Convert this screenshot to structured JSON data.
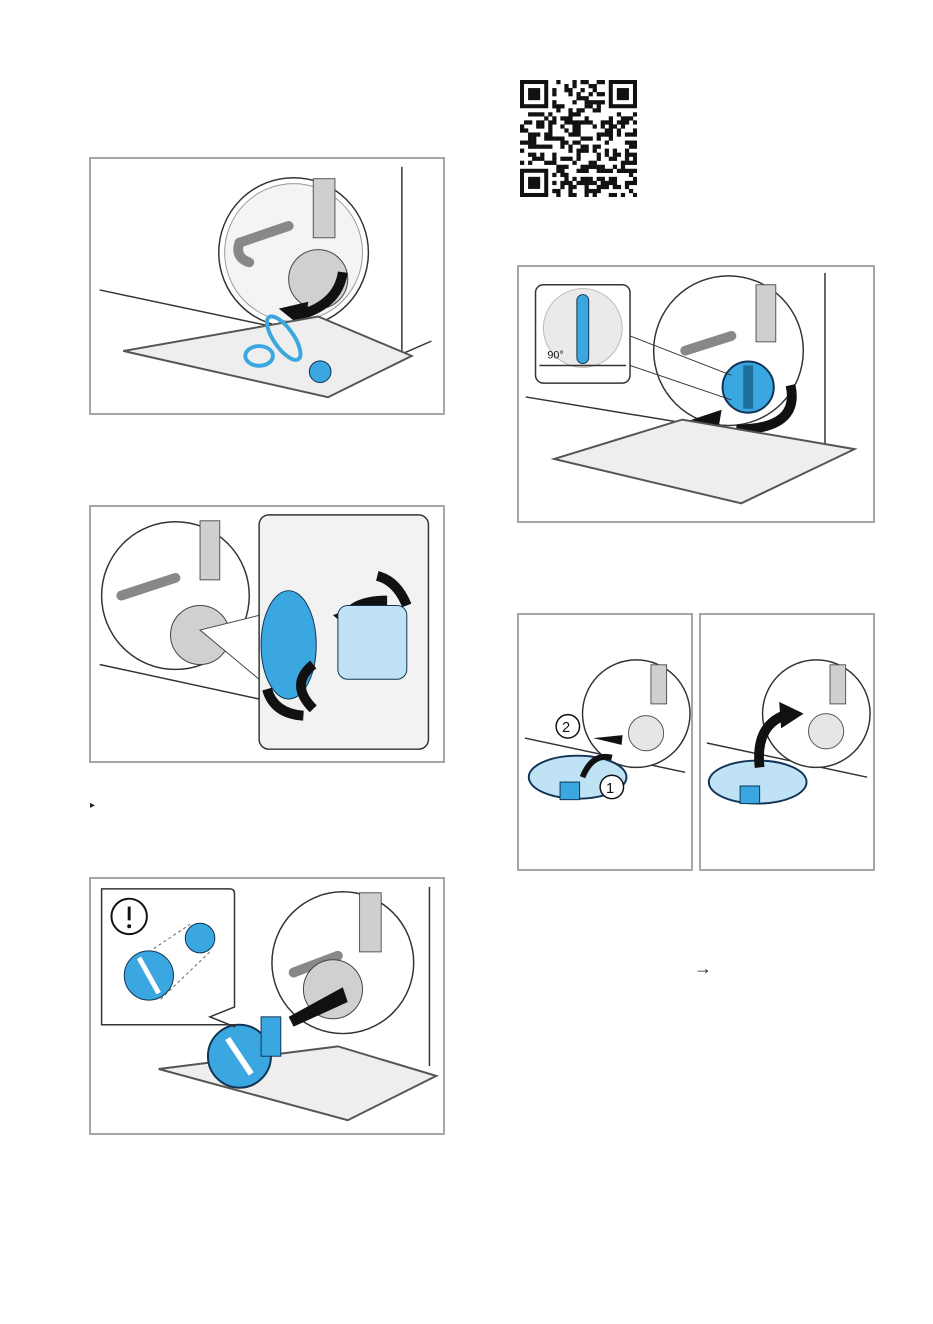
{
  "left_column": {
    "step_bullet": "▸"
  },
  "right_column": {
    "angle_label": "90°",
    "callout_1": "1",
    "callout_2": "2",
    "arrow_symbol": "→"
  },
  "colors": {
    "filter_blue": "#3aa7e0",
    "frame_gray": "#a6a6a6",
    "machine_gray": "#cfcfcf",
    "arrow_black": "#111111"
  }
}
